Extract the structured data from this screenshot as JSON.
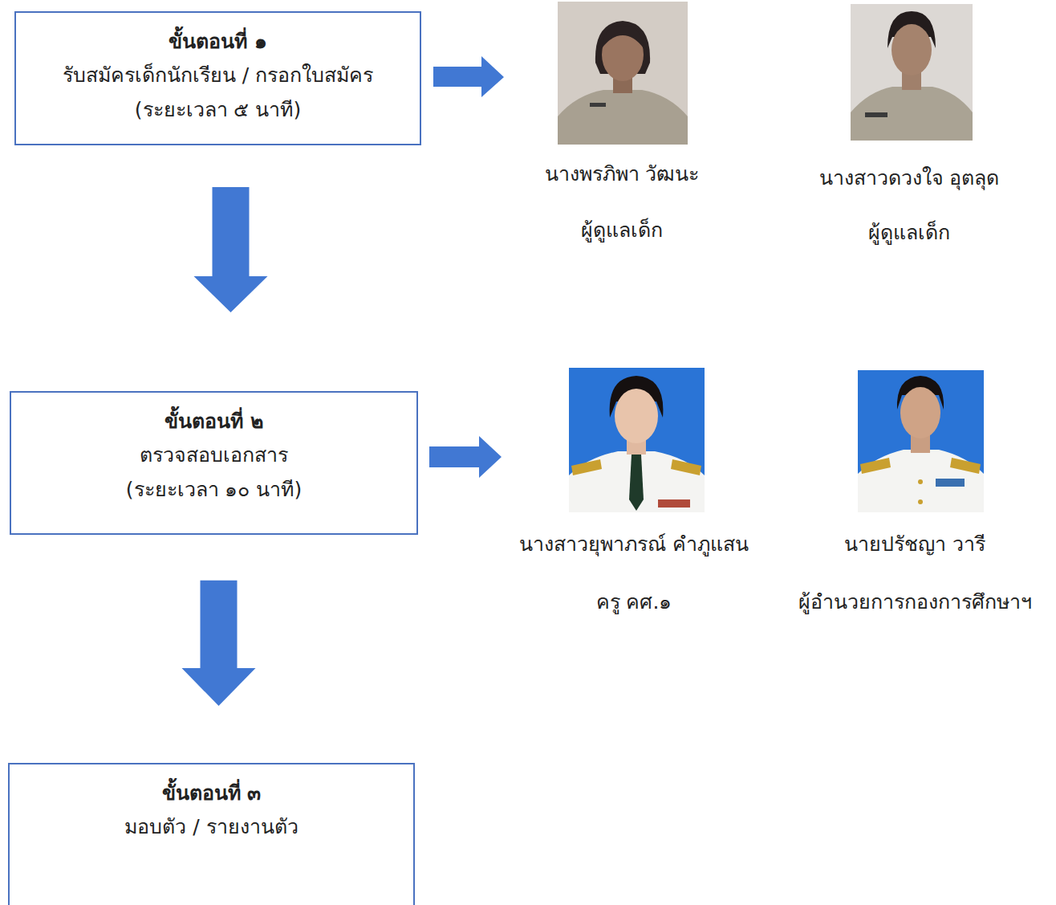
{
  "diagram": {
    "nodes": [
      {
        "text": [
          "ขั้นตอนที่ ๑",
          "รับสมัครเด็กนักเรียน / กรอกใบสมัคร",
          "(ระยะเวลา ๕ นาที)"
        ]
      },
      {
        "text": [
          "ขั้นตอนที่ ๒",
          "ตรวจสอบเอกสาร",
          "(ระยะเวลา ๑๐ นาที)"
        ]
      },
      {
        "text": [
          "ขั้นตอนที่ ๓",
          "มอบตัว / รายงานตัว"
        ]
      }
    ],
    "edges": [
      {
        "from": 0,
        "to": 1,
        "arrow": "to"
      },
      {
        "from": 1,
        "to": 2,
        "arrow": "to"
      }
    ],
    "labels": [
      "นางพรภิพา วัฒนะ",
      "ผู้ดูแลเด็ก",
      "นางสาวดวงใจ อุตลุด",
      "ผู้ดูแลเด็ก",
      "นางสาวยุพาภรณ์ คำภูแสน",
      "ครู คศ.๑",
      "นายปรัชญา วารี",
      "ผู้อำนวยการกองการศึกษาฯ"
    ]
  }
}
